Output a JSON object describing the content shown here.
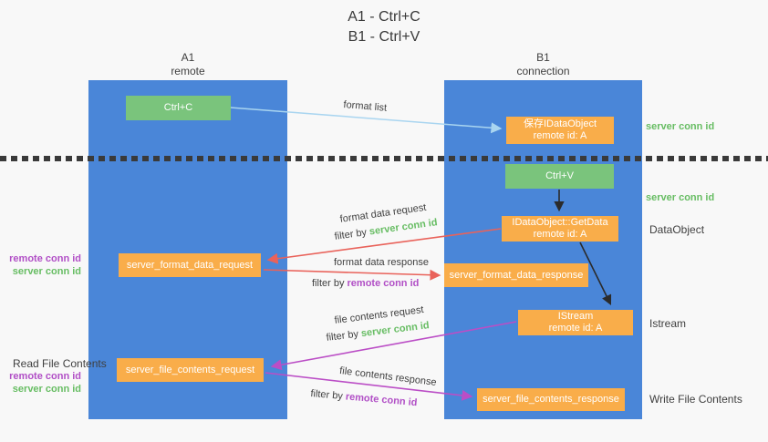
{
  "title": {
    "line1": "A1 - Ctrl+C",
    "line2": "B1 - Ctrl+V"
  },
  "columns": {
    "left": {
      "id": "A1",
      "subtitle": "remote"
    },
    "right": {
      "id": "B1",
      "subtitle": "connection"
    }
  },
  "nodes": {
    "ctrl_c": "Ctrl+C",
    "ctrl_v": "Ctrl+V",
    "save_idataobject": {
      "line1": "保存IDataObject",
      "line2": "remote id: A"
    },
    "getdata": {
      "line1": "IDataObject::GetData",
      "line2": "remote id: A"
    },
    "istream": {
      "line1": "IStream",
      "line2": "remote id: A"
    },
    "server_format_data_request": "server_format_data_request",
    "server_format_data_response": "server_format_data_response",
    "server_file_contents_request": "server_file_contents_request",
    "server_file_contents_response": "server_file_contents_response"
  },
  "arrow_labels": {
    "format_list": "format list",
    "format_data_request": "format data request",
    "format_data_request_filter": {
      "prefix": "filter by ",
      "highlight": "server conn id"
    },
    "format_data_response": "format data response",
    "format_data_response_filter": {
      "prefix": "filter by ",
      "highlight": "remote conn id"
    },
    "file_contents_request": "file contents request",
    "file_contents_request_filter": {
      "prefix": "filter by ",
      "highlight": "server conn id"
    },
    "file_contents_response": "file contents response",
    "file_contents_response_filter": {
      "prefix": "filter by ",
      "highlight": "remote conn id"
    }
  },
  "side_labels": {
    "server_conn_id_top": "server conn id",
    "server_conn_id_mid": "server conn id",
    "dataobject": "DataObject",
    "istream": "Istream",
    "write_file_contents": "Write File Contents",
    "read_file_contents": "Read File Contents",
    "remote_conn_id_format": "remote conn id",
    "server_conn_id_format": "server conn id",
    "remote_conn_id_file": "remote conn id",
    "server_conn_id_file": "server conn id"
  },
  "colors": {
    "column_blue": "#4a86d8",
    "node_green": "#7ac47c",
    "node_orange": "#f9ad4a",
    "arrow_light_blue": "#a9d5f0",
    "arrow_red": "#e9625a",
    "arrow_magenta": "#bb4ec6",
    "arrow_black": "#2b2b2b",
    "text_green": "#67bd63",
    "text_purple": "#b14fc6",
    "text_dark": "#3f3f3f",
    "background": "#f8f8f8"
  }
}
